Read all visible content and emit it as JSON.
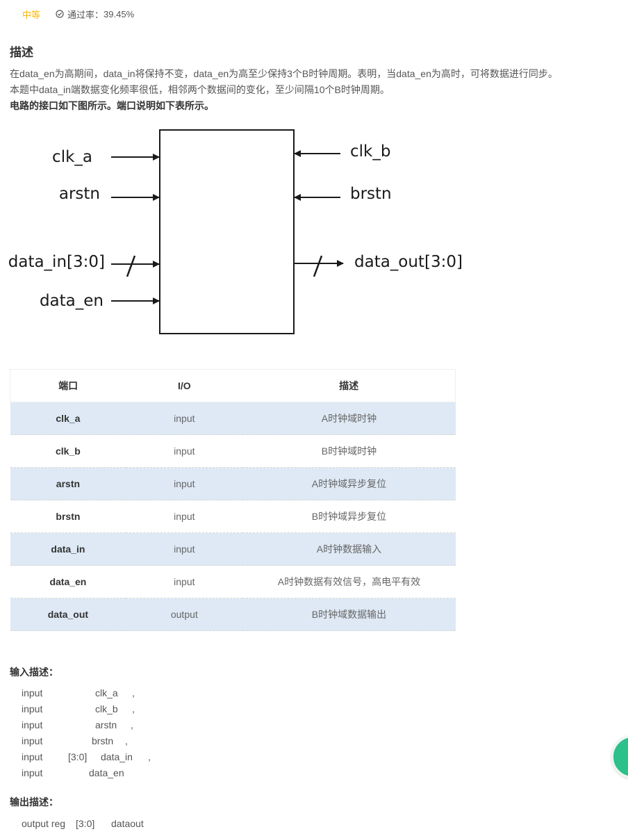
{
  "meta": {
    "difficulty": "中等",
    "pass_rate_label": "通过率：",
    "pass_rate_value": "39.45%"
  },
  "description": {
    "title": "描述",
    "line1": "在data_en为高期间，data_in将保持不变，data_en为高至少保持3个B时钟周期。表明，当data_en为高时，可将数据进行同步。",
    "line2": "本题中data_in端数据变化频率很低，相邻两个数据间的变化，至少间隔10个B时钟周期。",
    "line3": "电路的接口如下图所示。端口说明如下表所示。"
  },
  "diagram": {
    "left_ports": [
      "clk_a",
      "arstn",
      "data_in[3:0]",
      "data_en"
    ],
    "right_ports": [
      "clk_b",
      "brstn",
      "data_out[3:0]"
    ]
  },
  "table": {
    "headers": [
      "端口",
      "I/O",
      "描述"
    ],
    "rows": [
      {
        "port": "clk_a",
        "io": "input",
        "desc": "A时钟域时钟"
      },
      {
        "port": "clk_b",
        "io": "input",
        "desc": "B时钟域时钟"
      },
      {
        "port": "arstn",
        "io": "input",
        "desc": "A时钟域异步复位"
      },
      {
        "port": "brstn",
        "io": "input",
        "desc": "B时钟域异步复位"
      },
      {
        "port": "data_in",
        "io": "input",
        "desc": "A时钟数据输入"
      },
      {
        "port": "data_en",
        "io": "input",
        "desc": "A时钟数据有效信号，高电平有效"
      },
      {
        "port": "data_out",
        "io": "output",
        "desc": "B时钟域数据输出"
      }
    ]
  },
  "input_desc": {
    "title": "输入描述：",
    "lines": [
      {
        "type": "input",
        "width": "",
        "name": "clk_a",
        "sep": ","
      },
      {
        "type": "input",
        "width": "",
        "name": "clk_b",
        "sep": ","
      },
      {
        "type": "input",
        "width": "",
        "name": "arstn",
        "sep": ","
      },
      {
        "type": "input",
        "width": "",
        "name": "brstn",
        "sep": ","
      },
      {
        "type": "input",
        "width": "[3:0]",
        "name": "data_in",
        "sep": ","
      },
      {
        "type": "input",
        "width": "",
        "name": "data_en",
        "sep": ""
      }
    ]
  },
  "output_desc": {
    "title": "输出描述：",
    "type": "output reg",
    "width": "[3:0]",
    "name": "dataout"
  }
}
